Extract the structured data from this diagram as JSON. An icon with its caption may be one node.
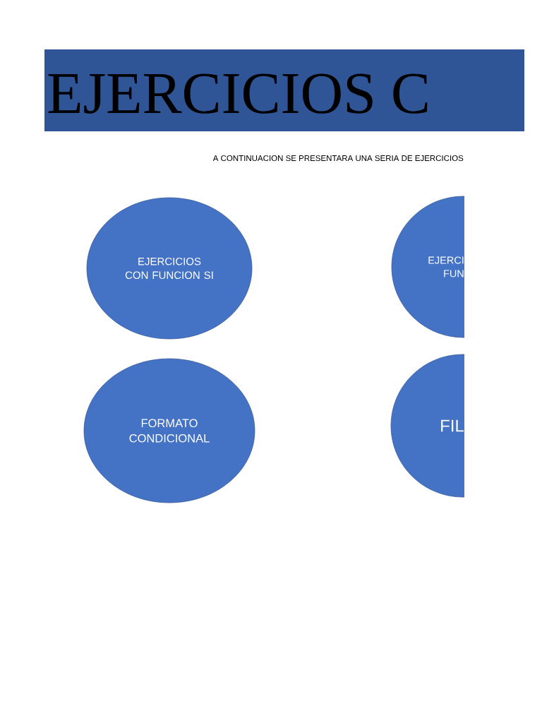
{
  "diagram": {
    "title": "EJERCICIOS C",
    "nodes": [
      {
        "text": [
          "EJERCICIOS CON FUNCION SI"
        ]
      },
      {
        "text": [
          "EJERCI FUN"
        ]
      },
      {
        "text": [
          "FORMATO CONDICIONAL"
        ]
      },
      {
        "text": [
          "FIL"
        ]
      }
    ],
    "labels": [
      "A CONTINUACION SE PRESENTARA UNA SERIA DE EJERCICIOS"
    ]
  }
}
